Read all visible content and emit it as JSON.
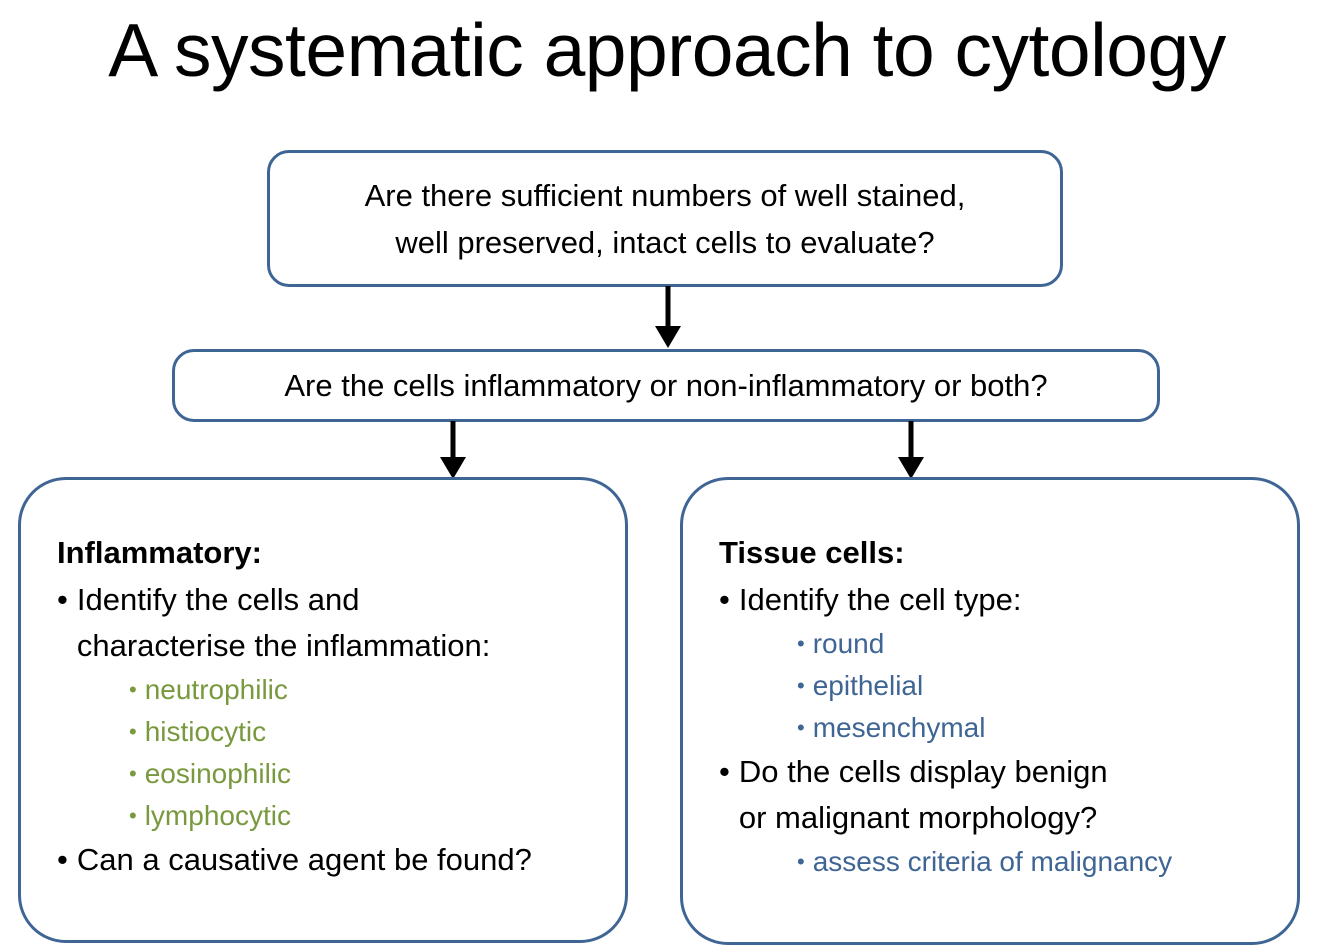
{
  "title": "A systematic approach to cytology",
  "colors": {
    "box_border": "#3F6595",
    "green_text": "#79993F",
    "blue_text": "#3F6595",
    "arrow": "#000000",
    "background": "#FFFFFF"
  },
  "flow": {
    "question_1": {
      "line_1": "Are there sufficient numbers of well stained,",
      "line_2": "well preserved, intact cells to evaluate?"
    },
    "question_2": {
      "line_1": "Are the cells inflammatory or non-inflammatory or both?"
    },
    "inflammatory": {
      "heading": "Inflammatory:",
      "bullet_1": {
        "bullet": "•",
        "line_1": "Identify the cells and",
        "line_2": "characterise the inflammation:"
      },
      "sub_bullets": [
        {
          "bullet": "•",
          "label": "neutrophilic"
        },
        {
          "bullet": "•",
          "label": "histiocytic"
        },
        {
          "bullet": "•",
          "label": "eosinophilic"
        },
        {
          "bullet": "•",
          "label": "lymphocytic"
        }
      ],
      "bullet_2": {
        "bullet": "•",
        "line_1": "Can a causative agent be found?"
      }
    },
    "tissue_cells": {
      "heading": "Tissue cells:",
      "bullet_1": {
        "bullet": "•",
        "line_1": "Identify the cell type:"
      },
      "sub_bullets": [
        {
          "bullet": "•",
          "label": "round"
        },
        {
          "bullet": "•",
          "label": "epithelial"
        },
        {
          "bullet": "•",
          "label": "mesenchymal"
        }
      ],
      "bullet_2": {
        "bullet": "•",
        "line_1": "Do the cells display benign",
        "line_2": "or malignant morphology?"
      },
      "sub_bullets_2": [
        {
          "bullet": "•",
          "label": "assess criteria of malignancy"
        }
      ]
    }
  },
  "connectors": [
    {
      "name": "arrow-question1-to-question2",
      "direction": "down"
    },
    {
      "name": "arrow-question2-to-inflammatory",
      "direction": "down"
    },
    {
      "name": "arrow-question2-to-tissue-cells",
      "direction": "down"
    }
  ]
}
